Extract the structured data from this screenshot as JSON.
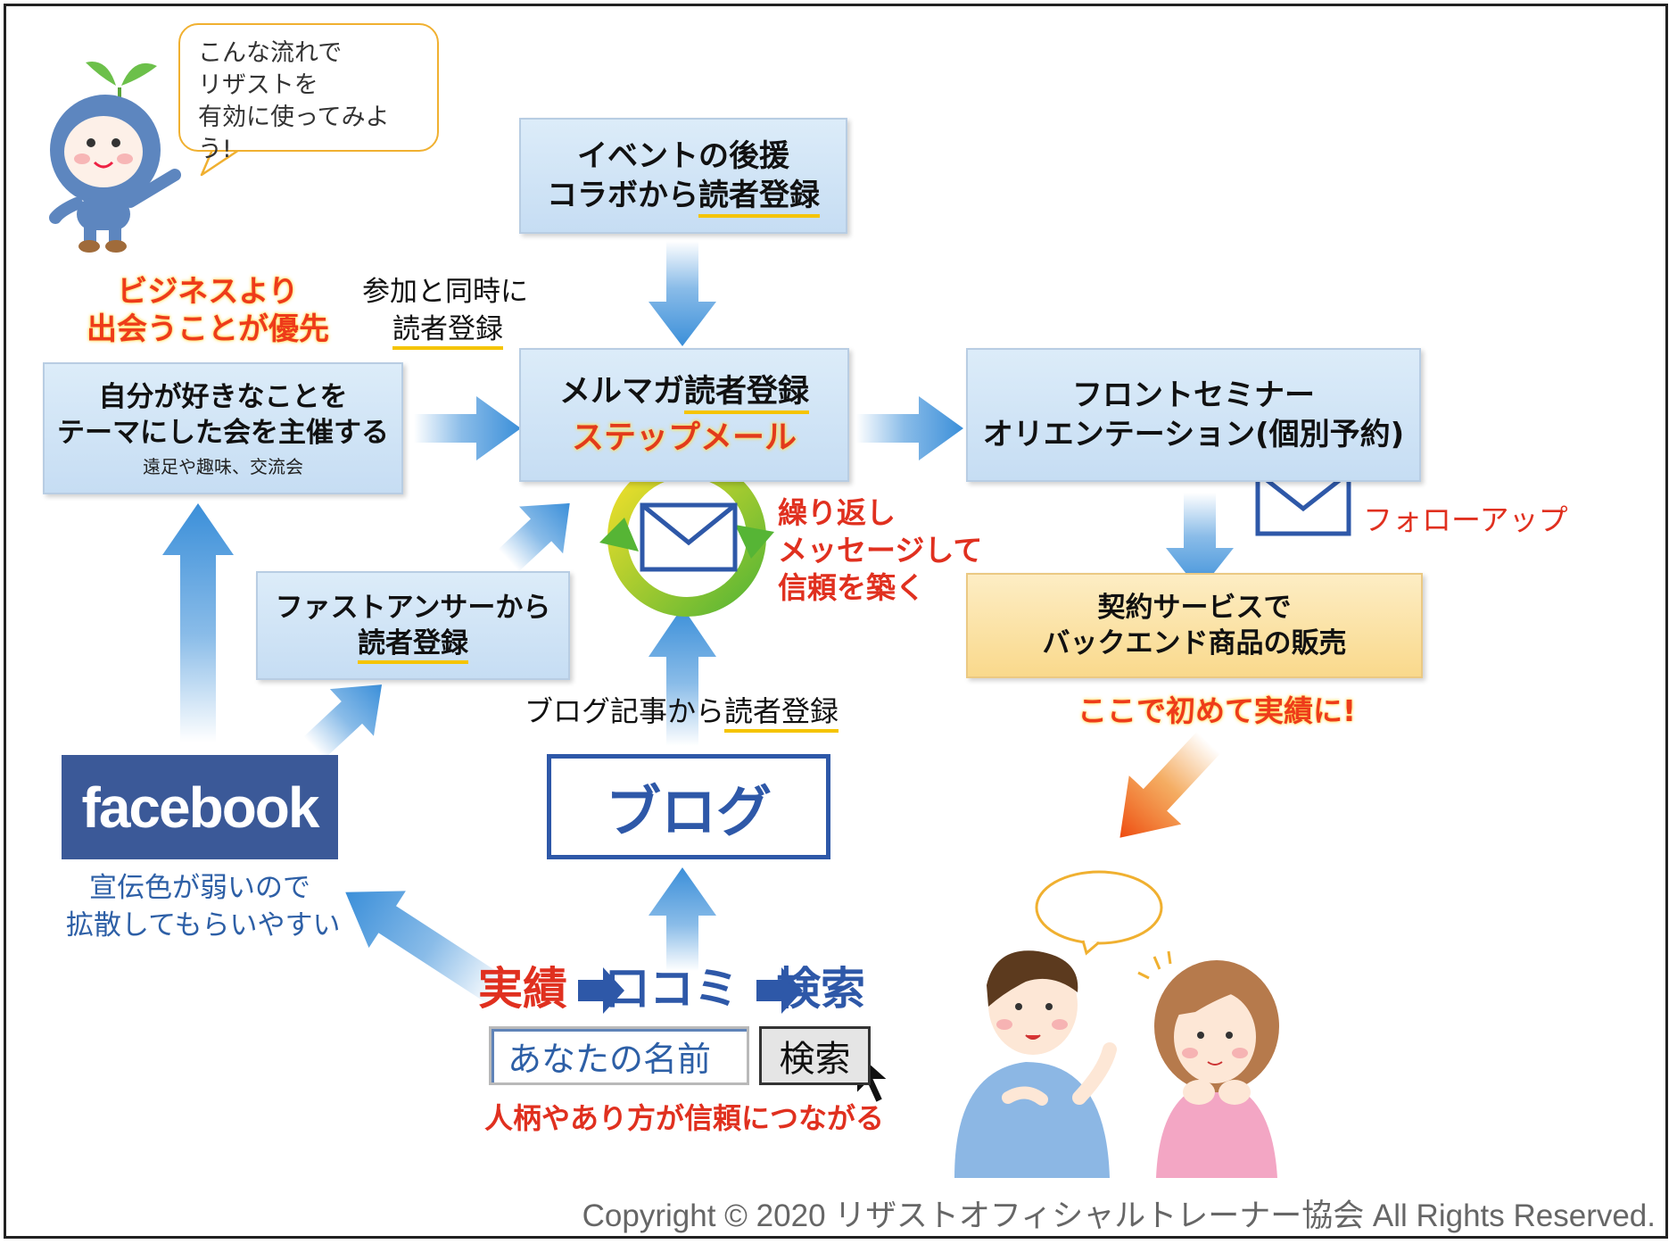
{
  "bubble_text": [
    "こんな流れで",
    "リザストを",
    "有効に使ってみよう!"
  ],
  "biz_first": [
    "ビジネスより",
    "出会うことが優先"
  ],
  "sankai": [
    "参加と同時に",
    "読者登録"
  ],
  "event_box": {
    "line1": "イベントの後援",
    "line2_a": "コラボから",
    "line2_b": "読者登録"
  },
  "jibun_box": {
    "line1": "自分が好きなことを",
    "line2": "テーマにした会を主催する",
    "sub": "遠足や趣味、交流会"
  },
  "mailmag_box": {
    "line1_a": "メルマガ",
    "line1_b": "読者登録",
    "line2": "ステップメール"
  },
  "front_box": {
    "line1": "フロントセミナー",
    "line2": "オリエンテーション(個別予約)"
  },
  "repeat_text": [
    "繰り返し",
    "メッセージして",
    "信頼を築く"
  ],
  "follow_up": "フォローアップ",
  "fast_box": {
    "line1": "ファストアンサーから",
    "line2": "読者登録"
  },
  "contract_box": {
    "line1": "契約サービスで",
    "line2": "バックエンド商品の販売"
  },
  "first_result": "ここで初めて実績に!",
  "blog_label": {
    "a": "ブログ記事から",
    "b": "読者登録"
  },
  "facebook": {
    "logo": "facebook",
    "desc": [
      "宣伝色が弱いので",
      "拡散してもらいやすい"
    ]
  },
  "blog_box": "ブログ",
  "flow": {
    "a": "実績",
    "b": "口コミ",
    "c": "検索"
  },
  "search": {
    "value": "あなたの名前",
    "button": "検索"
  },
  "trust": "人柄やあり方が信頼につながる",
  "copyright": "Copyright © 2020 リザストオフィシャルトレーナー協会 All Rights Reserved.",
  "colors": {
    "arrow_blue": "#3b8fd9",
    "box_blue": "#cfe3f6",
    "accent_red": "#e0301f",
    "yellow_box": "#fbe0a0",
    "facebook_blue": "#3b5998"
  }
}
